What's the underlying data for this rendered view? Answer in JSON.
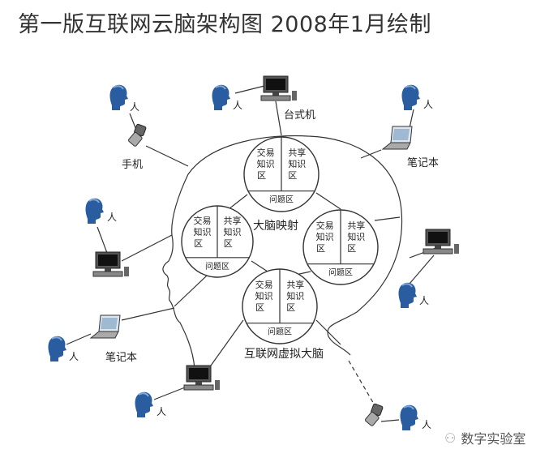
{
  "title": "第一版互联网云脑架构图 2008年1月绘制",
  "center_label": "大脑映射",
  "bottom_label": "互联网虚拟大脑",
  "node": {
    "trade_line1": "交易",
    "trade_line2": "知识",
    "trade_line3": "区",
    "share_line1": "共享",
    "share_line2": "知识",
    "share_line3": "区",
    "problem": "问题区"
  },
  "devices": {
    "person": "人",
    "phone": "手机",
    "desktop": "台式机",
    "laptop": "笔记本"
  },
  "watermark": "数字实验室",
  "colors": {
    "person": "#2a5d9f",
    "line": "#333333"
  }
}
